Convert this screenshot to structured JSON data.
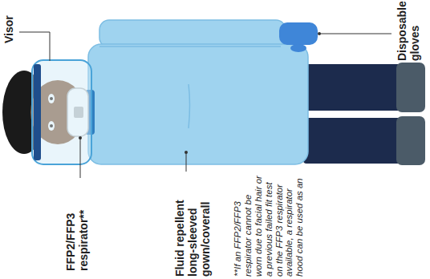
{
  "diagram": {
    "labels": [
      "Visor",
      "FFP2/FFP3 respirator**",
      "Fluid repellent long-sleeved gown/coverall",
      "Disposable gloves",
      "**If an FFP2/FFP3 respirator cannot be worn due to facial hair or a previous failed fit test on the FFP3 respirator available, a respirator hood can be used as an"
    ]
  }
}
